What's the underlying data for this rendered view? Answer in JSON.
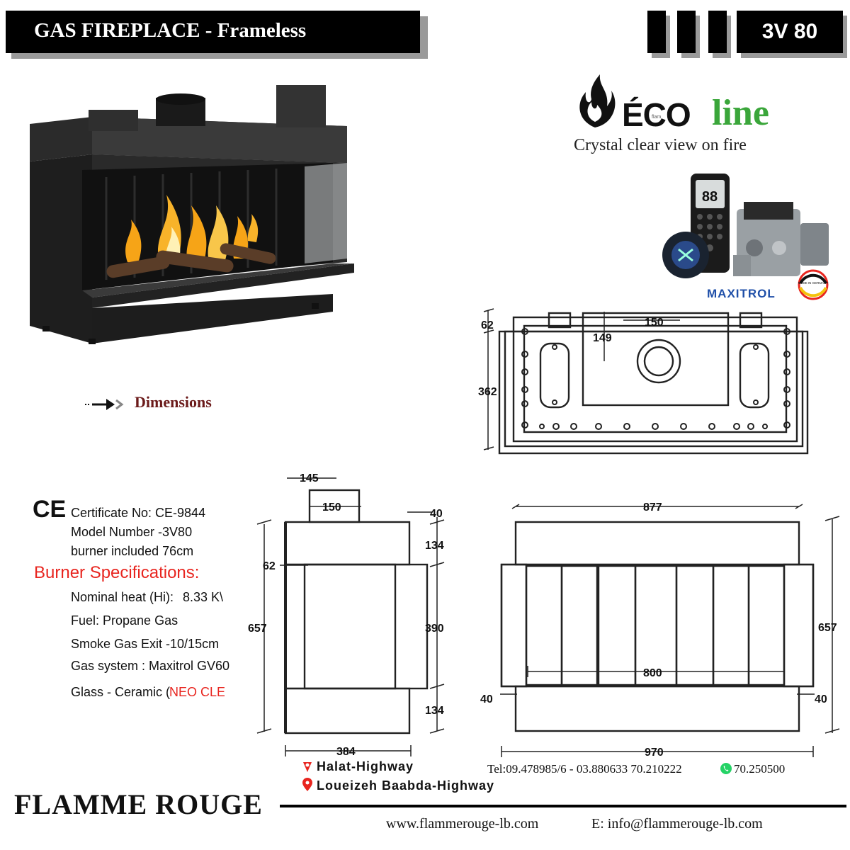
{
  "header": {
    "title": "GAS FIREPLACE - Frameless",
    "model": "3V 80"
  },
  "logo": {
    "word_eco": "ÉCO",
    "word_line": "line",
    "tagline": "Crystal clear view on fire",
    "flame_tag": "flam",
    "brand_maxitrol": "MAXITROL",
    "made_in": "MADE IN GERMANY",
    "remote_display": "88"
  },
  "dimensions_link": "Dimensions",
  "certificate": {
    "mark": "CE",
    "certificate_no": "Certificate No: CE-9844",
    "model_number": "Model Number -3V80",
    "burner_included": "burner included 76cm"
  },
  "burner_specs": {
    "heading": "Burner Specifications:",
    "nominal_heat_label": "Nominal heat (Hi):",
    "nominal_heat_value": "8.33 K\\",
    "fuel": "Fuel: Propane Gas",
    "smoke_exit": "Smoke Gas Exit -10/15cm",
    "gas_system": "Gas system : Maxitrol GV60",
    "glass_label": "Glass - Ceramic (",
    "glass_value": "NEO CLEA"
  },
  "top_view": {
    "d62": "62",
    "d362": "362",
    "d149": "149",
    "d150": "150"
  },
  "side_view": {
    "d145": "145",
    "d150": "150",
    "d40": "40",
    "d134_top": "134",
    "d62": "62",
    "d657": "657",
    "d390": "390",
    "d134_bottom": "134",
    "d384": "384"
  },
  "front_view": {
    "d877": "877",
    "d657": "657",
    "d800": "800",
    "d40_left": "40",
    "d40_right": "40",
    "d970": "970"
  },
  "locations": [
    "Halat-Highway",
    "Loueizeh Baabda-Highway"
  ],
  "contact": {
    "tel": "Tel:09.478985/6 - 03.880633  70.210222",
    "whatsapp": "70.250500",
    "website": "www.flammerouge-lb.com",
    "email": "E: info@flammerouge-lb.com"
  },
  "brand": "FLAMME ROUGE",
  "colors": {
    "eco_green": "#3aa63a",
    "spec_red": "#e8251f",
    "maxitrol_blue": "#1f4fa8",
    "dimensions_brown": "#6b1a1a",
    "whatsapp_green": "#25d366"
  }
}
